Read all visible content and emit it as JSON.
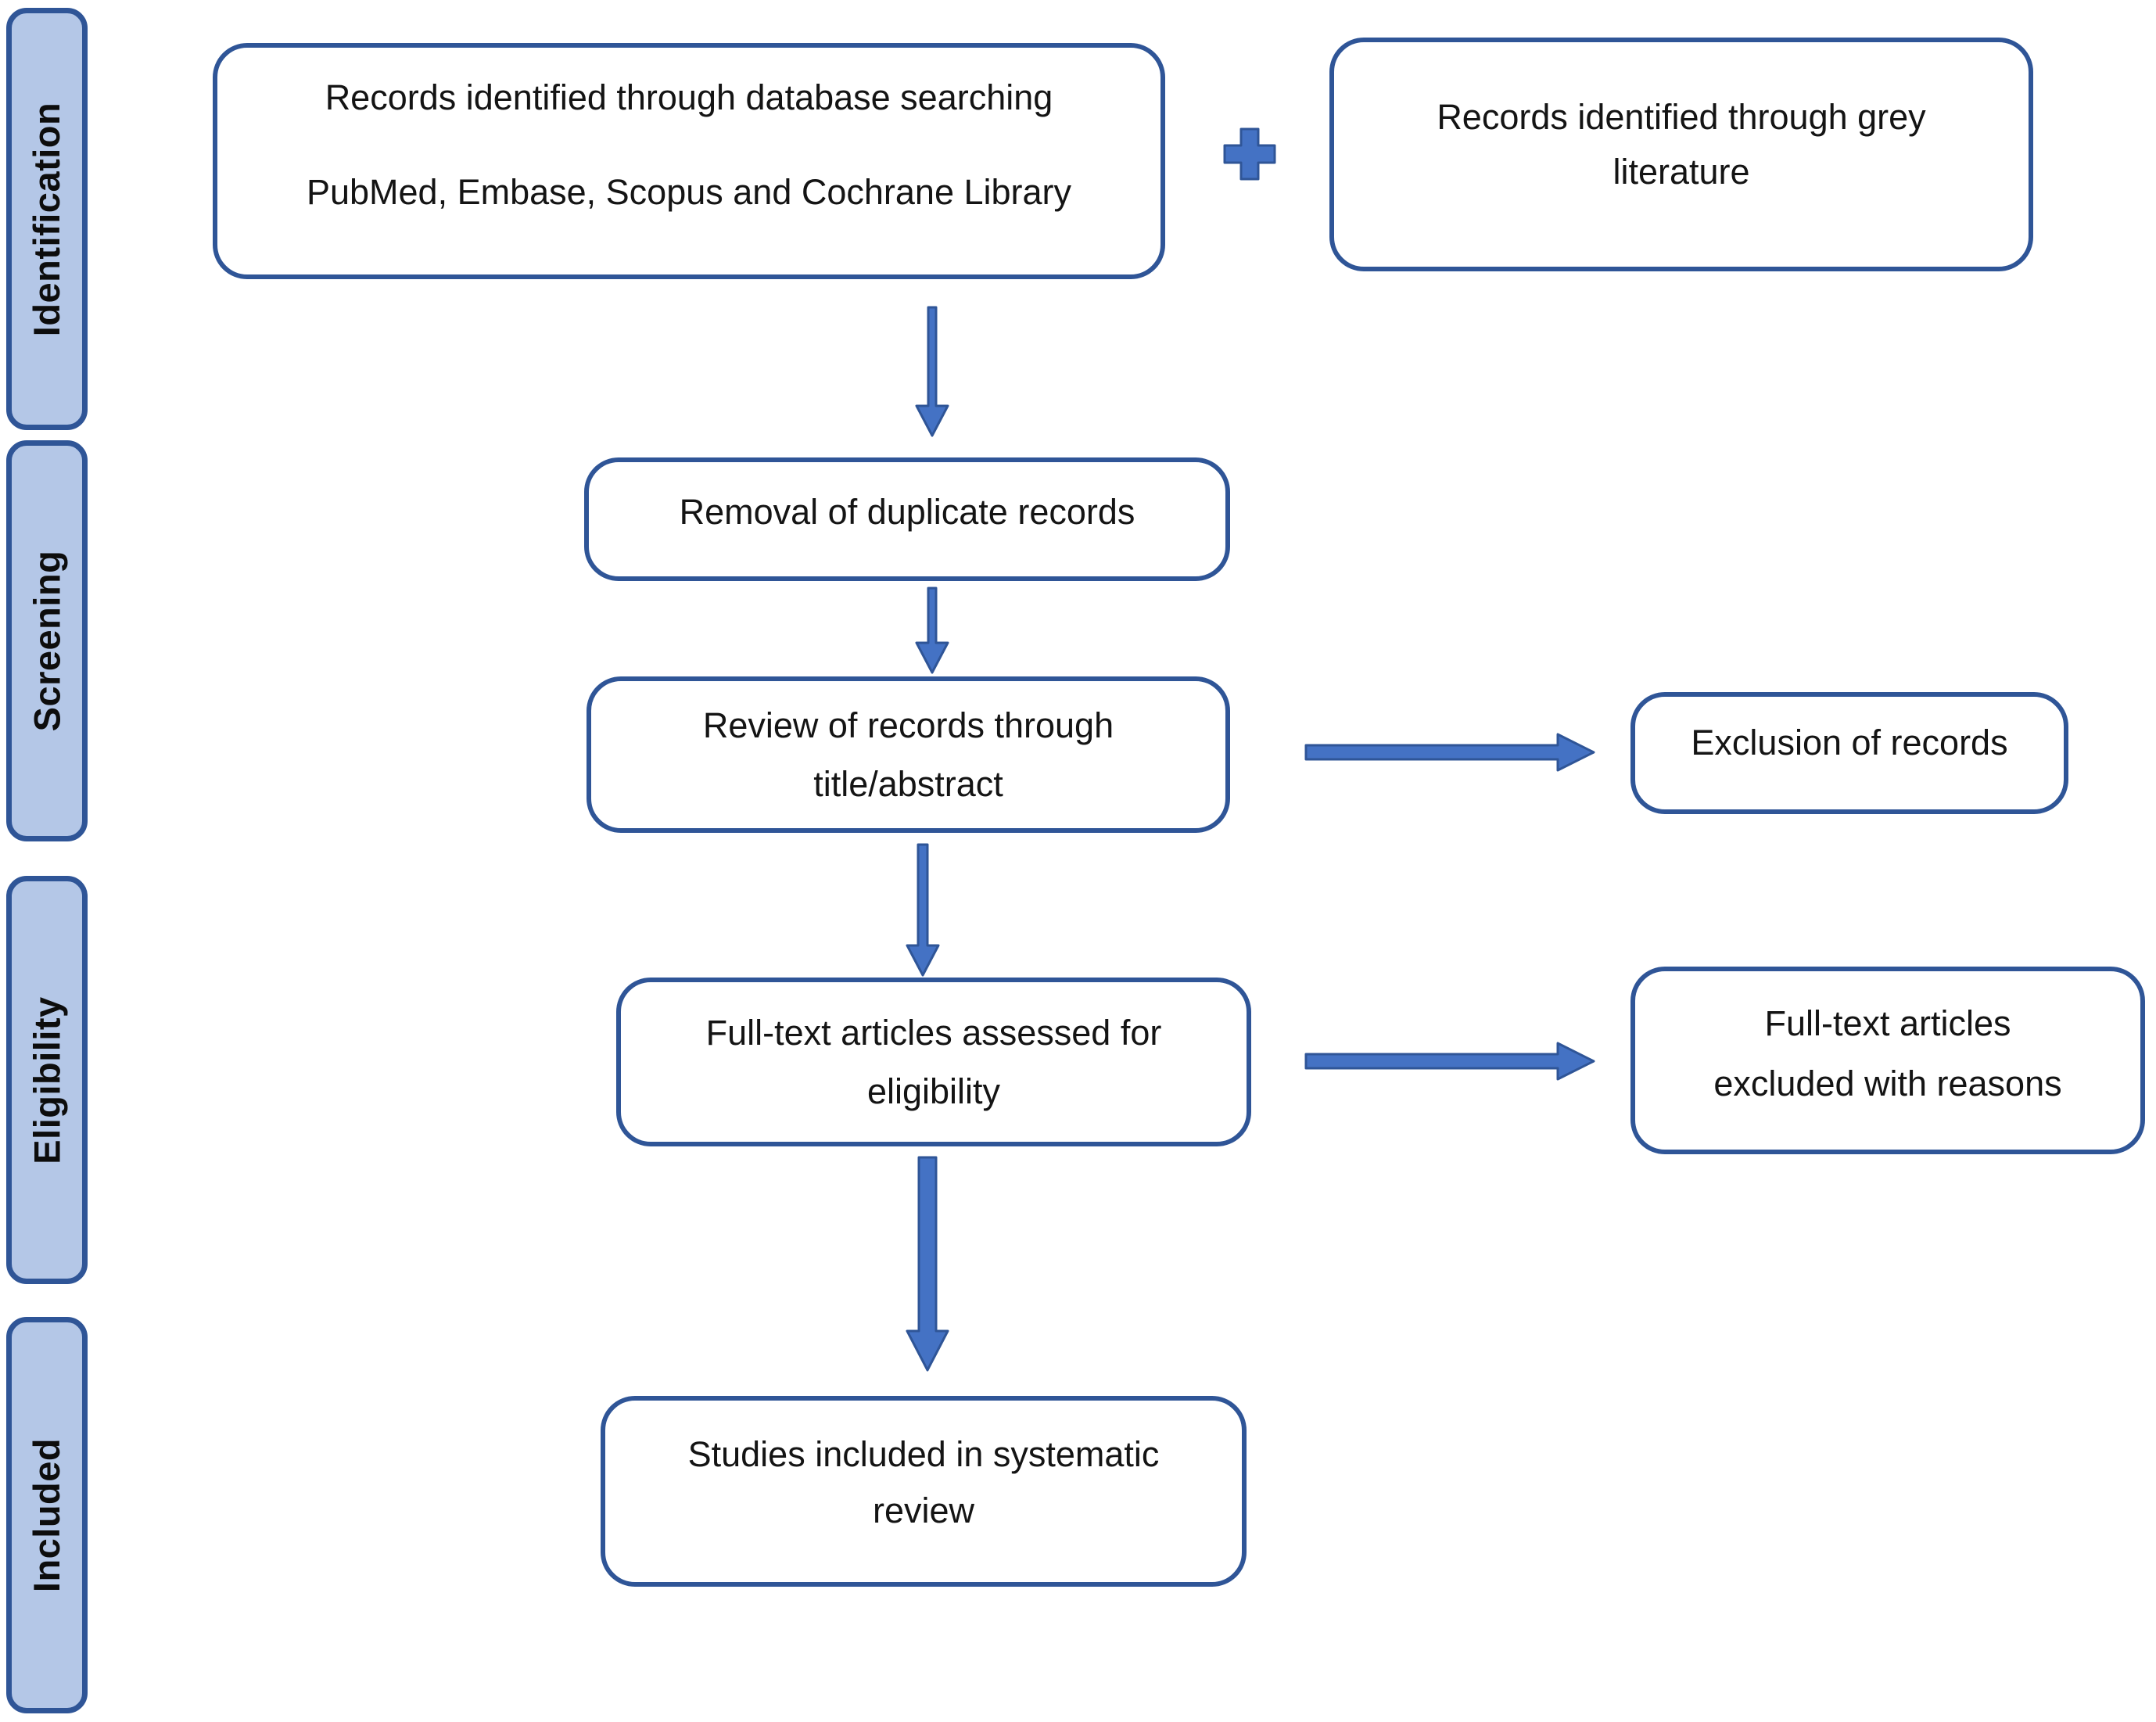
{
  "phases": {
    "identification": "Identification",
    "screening": "Screening",
    "eligibility": "Eligibility",
    "included": "Included"
  },
  "nodes": {
    "database_searching": {
      "line1": "Records identified through database searching",
      "line2": "PubMed, Embase, Scopus and Cochrane Library"
    },
    "grey_literature": {
      "line1": "Records identified through grey",
      "line2": "literature"
    },
    "duplicate_removal": {
      "line1": "Removal of duplicate records"
    },
    "title_abstract_review": {
      "line1": "Review of records through",
      "line2": "title/abstract"
    },
    "records_exclusion": {
      "line1": "Exclusion of records"
    },
    "full_text_assessment": {
      "line1": "Full-text articles assessed for",
      "line2": "eligibility"
    },
    "full_text_exclusion": {
      "line1": "Full-text articles",
      "line2": "excluded with reasons"
    },
    "included_studies": {
      "line1": "Studies included in systematic",
      "line2": "review"
    }
  },
  "icons": {
    "plus": "+"
  },
  "colors": {
    "box_border": "#2F5597",
    "arrow_fill": "#4472C4",
    "arrow_border": "#2F5597",
    "phase_fill": "#B4C7E7",
    "phase_border": "#2F5597",
    "text": "#141414",
    "background": "#FFFFFF"
  }
}
